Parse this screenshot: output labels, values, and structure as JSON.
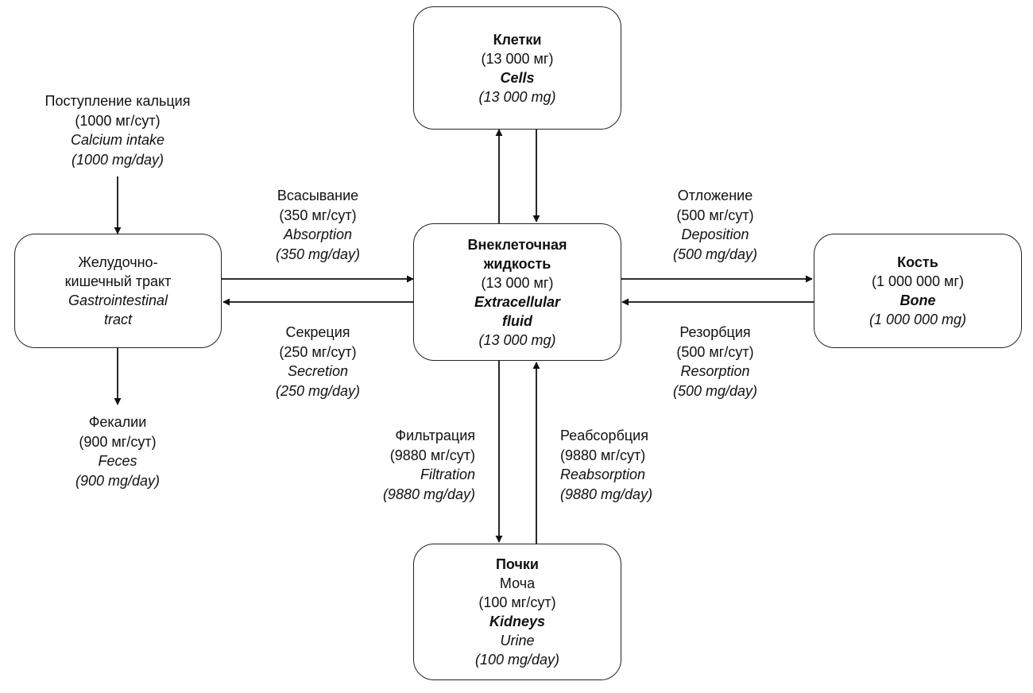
{
  "nodes": {
    "cells": {
      "name_ru": "Клетки",
      "amount_ru": "(13 000 мг)",
      "name_en": "Cells",
      "amount_en": "(13 000 mg)"
    },
    "ecf": {
      "name_ru_1": "Внеклеточная",
      "name_ru_2": "жидкость",
      "amount_ru": "(13 000 мг)",
      "name_en_1": "Extracellular",
      "name_en_2": "fluid",
      "amount_en": "(13 000 mg)"
    },
    "gi": {
      "name_ru_1": "Желудочно-",
      "name_ru_2": "кишечный тракт",
      "name_en_1": "Gastrointestinal",
      "name_en_2": "tract"
    },
    "bone": {
      "name_ru": "Кость",
      "amount_ru": "(1 000 000 мг)",
      "name_en": "Bone",
      "amount_en": "(1 000 000 mg)"
    },
    "kidneys": {
      "name_ru": "Почки",
      "urine_ru": "Моча",
      "amount_ru": "(100 мг/сут)",
      "name_en": "Kidneys",
      "urine_en": "Urine",
      "amount_en": "(100 mg/day)"
    }
  },
  "flows": {
    "intake": {
      "ru": "Поступление кальция",
      "amount_ru": "(1000 мг/сут)",
      "en": "Calcium intake",
      "amount_en": "(1000 mg/day)"
    },
    "feces": {
      "ru": "Фекалии",
      "amount_ru": "(900 мг/сут)",
      "en": "Feces",
      "amount_en": "(900 mg/day)"
    },
    "absorption": {
      "ru": "Всасывание",
      "amount_ru": "(350 мг/сут)",
      "en": "Absorption",
      "amount_en": "(350 mg/day)"
    },
    "secretion": {
      "ru": "Секреция",
      "amount_ru": "(250 мг/сут)",
      "en": "Secretion",
      "amount_en": "(250 mg/day)"
    },
    "deposition": {
      "ru": "Отложение",
      "amount_ru": "(500 мг/сут)",
      "en": "Deposition",
      "amount_en": "(500 mg/day)"
    },
    "resorption": {
      "ru": "Резорбция",
      "amount_ru": "(500 мг/сут)",
      "en": "Resorption",
      "amount_en": "(500 mg/day)"
    },
    "filtration": {
      "ru": "Фильтрация",
      "amount_ru": "(9880 мг/сут)",
      "en": "Filtration",
      "amount_en": "(9880 mg/day)"
    },
    "reabsorption": {
      "ru": "Реабсорбция",
      "amount_ru": "(9880 мг/сут)",
      "en": "Reabsorption",
      "amount_en": "(9880 mg/day)"
    }
  }
}
